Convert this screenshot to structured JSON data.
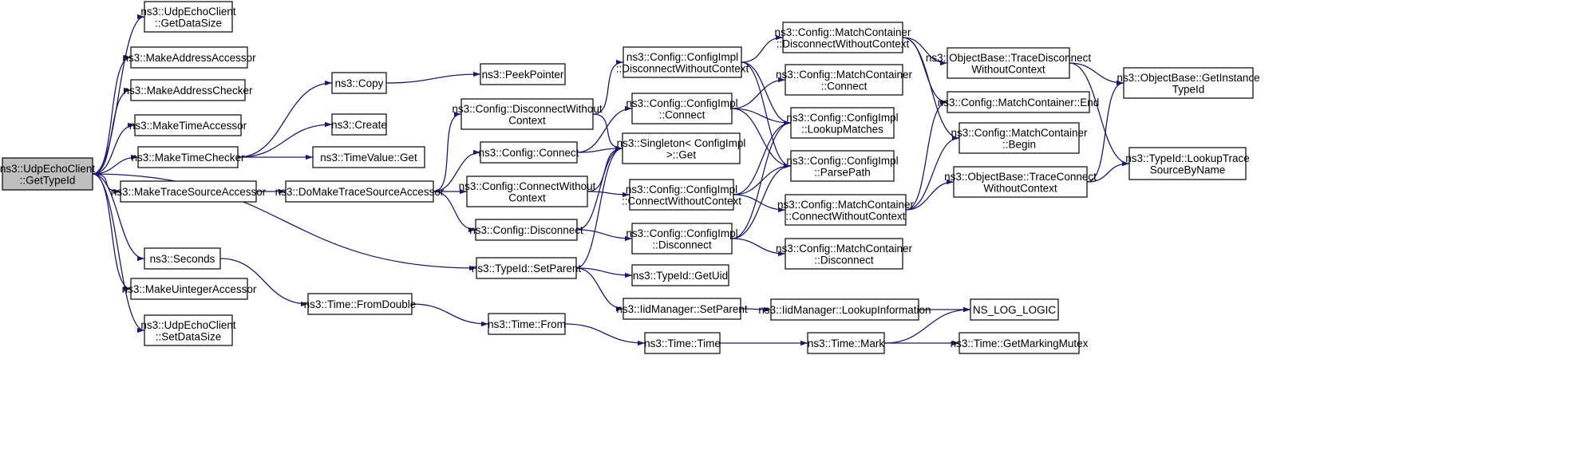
{
  "graph_title": "",
  "colors": {
    "edge": "#191970",
    "root_fill": "#bfbfbf",
    "node_fill": "#ffffff",
    "border": "#000000"
  },
  "nodes": [
    {
      "id": "root",
      "lines": [
        "ns3::UdpEchoClient",
        "::GetTypeId"
      ]
    },
    {
      "id": "getdatasize",
      "lines": [
        "ns3::UdpEchoClient",
        "::GetDataSize"
      ]
    },
    {
      "id": "mkaddracc",
      "lines": [
        "ns3::MakeAddressAccessor"
      ]
    },
    {
      "id": "mkaddrchk",
      "lines": [
        "ns3::MakeAddressChecker"
      ]
    },
    {
      "id": "mktimeacc",
      "lines": [
        "ns3::MakeTimeAccessor"
      ]
    },
    {
      "id": "mktimechk",
      "lines": [
        "ns3::MakeTimeChecker"
      ]
    },
    {
      "id": "mktrace",
      "lines": [
        "ns3::MakeTraceSourceAccessor"
      ]
    },
    {
      "id": "seconds",
      "lines": [
        "ns3::Seconds"
      ]
    },
    {
      "id": "mkuint",
      "lines": [
        "ns3::MakeUintegerAccessor"
      ]
    },
    {
      "id": "setdatasize",
      "lines": [
        "ns3::UdpEchoClient",
        "::SetDataSize"
      ]
    },
    {
      "id": "copy",
      "lines": [
        "ns3::Copy"
      ]
    },
    {
      "id": "create",
      "lines": [
        "ns3::Create"
      ]
    },
    {
      "id": "tvget",
      "lines": [
        "ns3::TimeValue::Get"
      ]
    },
    {
      "id": "domktrace",
      "lines": [
        "ns3::DoMakeTraceSourceAccessor"
      ]
    },
    {
      "id": "fromdouble",
      "lines": [
        "ns3::Time::FromDouble"
      ]
    },
    {
      "id": "peek",
      "lines": [
        "ns3::PeekPointer"
      ]
    },
    {
      "id": "cfgdisctx",
      "lines": [
        "ns3::Config::DisconnectWithout",
        "Context"
      ]
    },
    {
      "id": "cfgconnect",
      "lines": [
        "ns3::Config::Connect"
      ]
    },
    {
      "id": "cfgconnctx",
      "lines": [
        "ns3::Config::ConnectWithout",
        "Context"
      ]
    },
    {
      "id": "cfgdisconnect",
      "lines": [
        "ns3::Config::Disconnect"
      ]
    },
    {
      "id": "tidsetparent",
      "lines": [
        "ns3::TypeId::SetParent"
      ]
    },
    {
      "id": "timefrom",
      "lines": [
        "ns3::Time::From"
      ]
    },
    {
      "id": "implDisCtx",
      "lines": [
        "ns3::Config::ConfigImpl",
        "::DisconnectWithoutContext"
      ]
    },
    {
      "id": "implConnect",
      "lines": [
        "ns3::Config::ConfigImpl",
        "::Connect"
      ]
    },
    {
      "id": "singleton",
      "lines": [
        "ns3::Singleton< ConfigImpl",
        " >::Get"
      ]
    },
    {
      "id": "implConnCtx",
      "lines": [
        "ns3::Config::ConfigImpl",
        "::ConnectWithoutContext"
      ]
    },
    {
      "id": "implDisconnect",
      "lines": [
        "ns3::Config::ConfigImpl",
        "::Disconnect"
      ]
    },
    {
      "id": "getuid",
      "lines": [
        "ns3::TypeId::GetUid"
      ]
    },
    {
      "id": "iidsetparent",
      "lines": [
        "ns3::IidManager::SetParent"
      ]
    },
    {
      "id": "timetime",
      "lines": [
        "ns3::Time::Time"
      ]
    },
    {
      "id": "mcDisCtx",
      "lines": [
        "ns3::Config::MatchContainer",
        "::DisconnectWithoutContext"
      ]
    },
    {
      "id": "mcConnect",
      "lines": [
        "ns3::Config::MatchContainer",
        "::Connect"
      ]
    },
    {
      "id": "lookupmatches",
      "lines": [
        "ns3::Config::ConfigImpl",
        "::LookupMatches"
      ]
    },
    {
      "id": "parsepath",
      "lines": [
        "ns3::Config::ConfigImpl",
        "::ParsePath"
      ]
    },
    {
      "id": "mcConnCtx",
      "lines": [
        "ns3::Config::MatchContainer",
        "::ConnectWithoutContext"
      ]
    },
    {
      "id": "mcDisconnect",
      "lines": [
        "ns3::Config::MatchContainer",
        "::Disconnect"
      ]
    },
    {
      "id": "iidlookup",
      "lines": [
        "ns3::IidManager::LookupInformation"
      ]
    },
    {
      "id": "timemark",
      "lines": [
        "ns3::Time::Mark"
      ]
    },
    {
      "id": "obTraceDis",
      "lines": [
        "ns3::ObjectBase::TraceDisconnect",
        "WithoutContext"
      ]
    },
    {
      "id": "mcEnd",
      "lines": [
        "ns3::Config::MatchContainer::End"
      ]
    },
    {
      "id": "mcBegin",
      "lines": [
        "ns3::Config::MatchContainer",
        "::Begin"
      ]
    },
    {
      "id": "obTraceConn",
      "lines": [
        "ns3::ObjectBase::TraceConnect",
        "WithoutContext"
      ]
    },
    {
      "id": "nslog",
      "lines": [
        "NS_LOG_LOGIC"
      ]
    },
    {
      "id": "getmutex",
      "lines": [
        "ns3::Time::GetMarkingMutex"
      ]
    },
    {
      "id": "getinst",
      "lines": [
        "ns3::ObjectBase::GetInstance",
        "TypeId"
      ]
    },
    {
      "id": "lookuptrace",
      "lines": [
        "ns3::TypeId::LookupTrace",
        "SourceByName"
      ]
    }
  ],
  "edges": [
    [
      "root",
      "getdatasize"
    ],
    [
      "root",
      "mkaddracc"
    ],
    [
      "root",
      "mkaddrchk"
    ],
    [
      "root",
      "mktimeacc"
    ],
    [
      "root",
      "mktimechk"
    ],
    [
      "root",
      "mktrace"
    ],
    [
      "root",
      "seconds"
    ],
    [
      "root",
      "mkuint"
    ],
    [
      "root",
      "setdatasize"
    ],
    [
      "root",
      "tidsetparent"
    ],
    [
      "mktimechk",
      "copy"
    ],
    [
      "mktimechk",
      "create"
    ],
    [
      "mktimechk",
      "tvget"
    ],
    [
      "mktrace",
      "domktrace"
    ],
    [
      "seconds",
      "fromdouble"
    ],
    [
      "copy",
      "peek"
    ],
    [
      "domktrace",
      "cfgdisctx"
    ],
    [
      "domktrace",
      "cfgconnect"
    ],
    [
      "domktrace",
      "cfgconnctx"
    ],
    [
      "domktrace",
      "cfgdisconnect"
    ],
    [
      "fromdouble",
      "timefrom"
    ],
    [
      "cfgdisctx",
      "implDisCtx"
    ],
    [
      "cfgdisctx",
      "singleton"
    ],
    [
      "cfgconnect",
      "implConnect"
    ],
    [
      "cfgconnect",
      "singleton"
    ],
    [
      "cfgconnctx",
      "implConnCtx"
    ],
    [
      "cfgconnctx",
      "singleton"
    ],
    [
      "cfgdisconnect",
      "implDisconnect"
    ],
    [
      "cfgdisconnect",
      "singleton"
    ],
    [
      "tidsetparent",
      "getuid"
    ],
    [
      "tidsetparent",
      "iidsetparent"
    ],
    [
      "tidsetparent",
      "singleton"
    ],
    [
      "timefrom",
      "timetime"
    ],
    [
      "implDisCtx",
      "mcDisCtx"
    ],
    [
      "implDisCtx",
      "lookupmatches"
    ],
    [
      "implDisCtx",
      "parsepath"
    ],
    [
      "implConnect",
      "mcConnect"
    ],
    [
      "implConnect",
      "lookupmatches"
    ],
    [
      "implConnect",
      "parsepath"
    ],
    [
      "implConnCtx",
      "mcConnCtx"
    ],
    [
      "implConnCtx",
      "lookupmatches"
    ],
    [
      "implConnCtx",
      "parsepath"
    ],
    [
      "implDisconnect",
      "mcDisconnect"
    ],
    [
      "implDisconnect",
      "lookupmatches"
    ],
    [
      "implDisconnect",
      "parsepath"
    ],
    [
      "iidsetparent",
      "iidlookup"
    ],
    [
      "timetime",
      "timemark"
    ],
    [
      "mcDisCtx",
      "obTraceDis"
    ],
    [
      "mcDisCtx",
      "mcEnd"
    ],
    [
      "mcDisCtx",
      "mcBegin"
    ],
    [
      "mcConnCtx",
      "obTraceConn"
    ],
    [
      "mcConnCtx",
      "mcEnd"
    ],
    [
      "mcConnCtx",
      "mcBegin"
    ],
    [
      "iidlookup",
      "nslog"
    ],
    [
      "timemark",
      "nslog"
    ],
    [
      "timemark",
      "getmutex"
    ],
    [
      "obTraceDis",
      "getinst"
    ],
    [
      "obTraceDis",
      "lookuptrace"
    ],
    [
      "obTraceConn",
      "getinst"
    ],
    [
      "obTraceConn",
      "lookuptrace"
    ]
  ]
}
